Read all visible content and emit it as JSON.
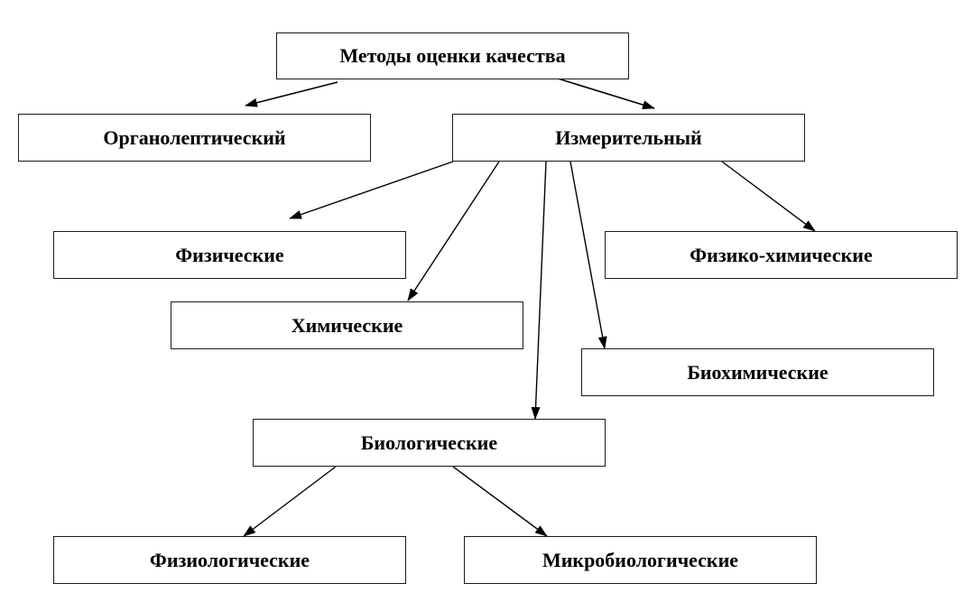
{
  "diagram": {
    "stroke_color": "#000000",
    "nodes": {
      "root": "Методы оценки качества",
      "organoleptic": "Органолептический",
      "measuring": "Измерительный",
      "physical": "Физические",
      "physchem": "Физико-химические",
      "chemical": "Химические",
      "biochemical": "Биохимические",
      "biological": "Биологические",
      "physiological": "Физиологические",
      "microbiological": "Микробиологические"
    },
    "edges": [
      {
        "from": "root",
        "to": "organoleptic"
      },
      {
        "from": "root",
        "to": "measuring"
      },
      {
        "from": "measuring",
        "to": "physical"
      },
      {
        "from": "measuring",
        "to": "chemical"
      },
      {
        "from": "measuring",
        "to": "biological"
      },
      {
        "from": "measuring",
        "to": "biochemical"
      },
      {
        "from": "measuring",
        "to": "physchem"
      },
      {
        "from": "biological",
        "to": "physiological"
      },
      {
        "from": "biological",
        "to": "microbiological"
      }
    ]
  }
}
